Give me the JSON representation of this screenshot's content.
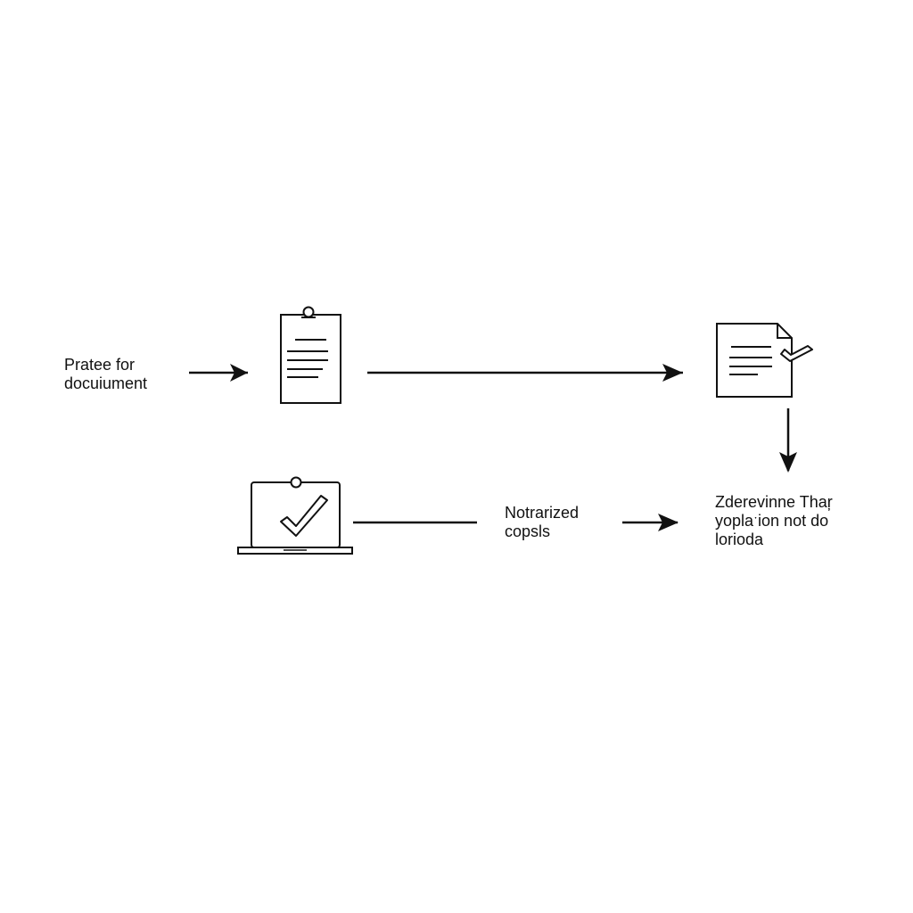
{
  "diagram": {
    "nodes": {
      "start": {
        "lines": [
          "Pratee for",
          "docuiument"
        ]
      },
      "notarized": {
        "lines": [
          "Notrarized",
          "copsls"
        ]
      },
      "final": {
        "lines": [
          "Zderevinne Thaŗ",
          "yoplaˑion not do",
          "lorioda"
        ]
      }
    },
    "icons": [
      "document-clipboard-icon",
      "document-check-icon",
      "laptop-check-icon"
    ],
    "colors": {
      "stroke": "#111111",
      "background": "#ffffff"
    }
  }
}
